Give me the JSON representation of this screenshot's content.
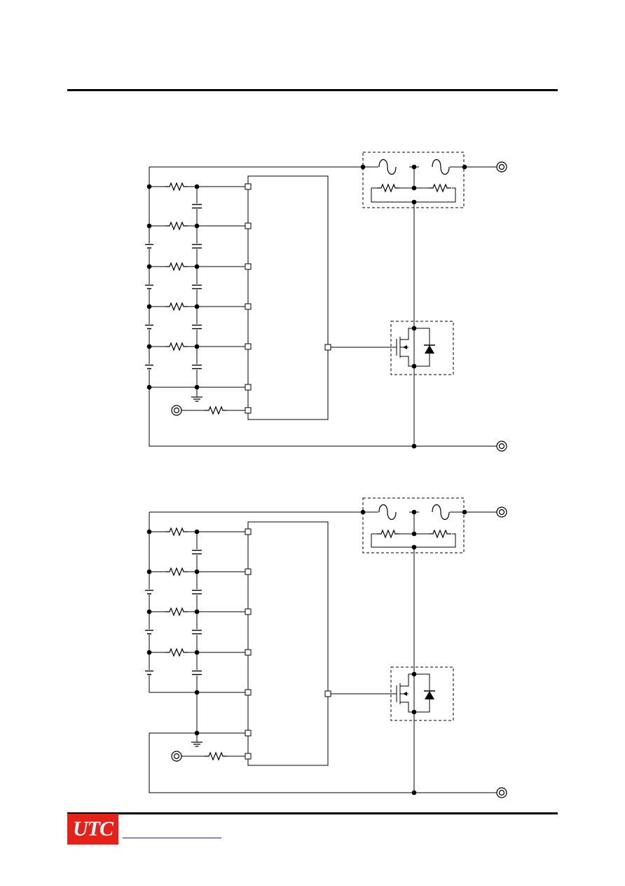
{
  "footer": {
    "logo_text": "UTC",
    "logo_color": "#e8201a",
    "link_color": "#1f1fd0"
  },
  "diagrams": [
    {
      "id": "top-circuit",
      "cells": 5
    },
    {
      "id": "bottom-circuit",
      "cells": 4
    }
  ]
}
